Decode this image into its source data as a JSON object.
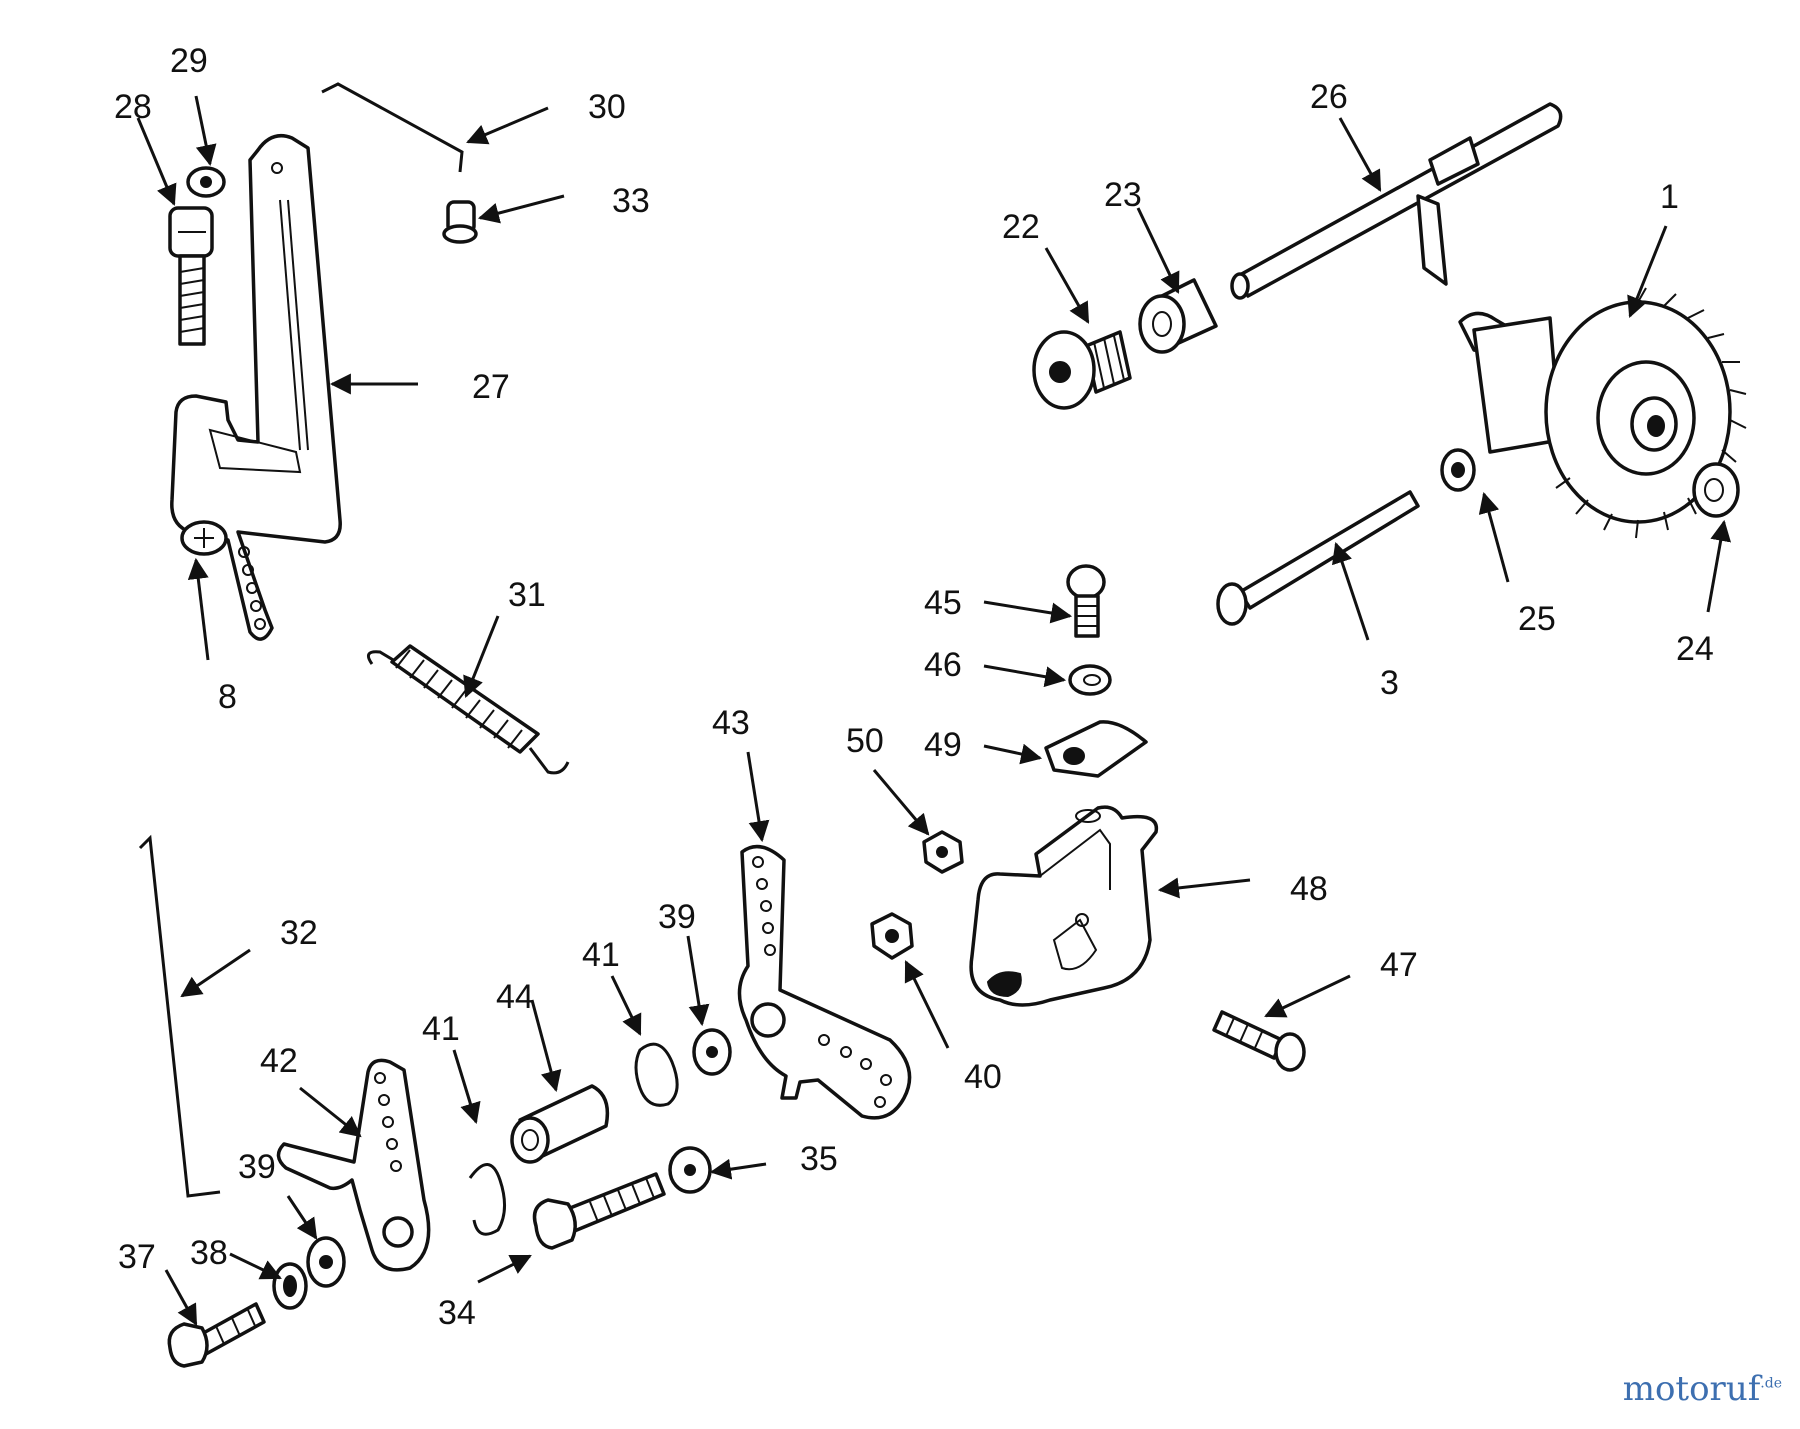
{
  "diagram": {
    "labels": {
      "p1": "1",
      "p3": "3",
      "p8": "8",
      "p22": "22",
      "p23": "23",
      "p24": "24",
      "p25": "25",
      "p26": "26",
      "p27": "27",
      "p28": "28",
      "p29": "29",
      "p30": "30",
      "p31": "31",
      "p32": "32",
      "p33": "33",
      "p34": "34",
      "p35": "35",
      "p37": "37",
      "p38": "38",
      "p39a": "39",
      "p39b": "39",
      "p40": "40",
      "p41a": "41",
      "p41b": "41",
      "p42": "42",
      "p43": "43",
      "p44": "44",
      "p45": "45",
      "p46": "46",
      "p47": "47",
      "p48": "48",
      "p49": "49",
      "p50": "50"
    },
    "watermark": {
      "brand": "motoruf",
      "tld": ".de"
    }
  }
}
